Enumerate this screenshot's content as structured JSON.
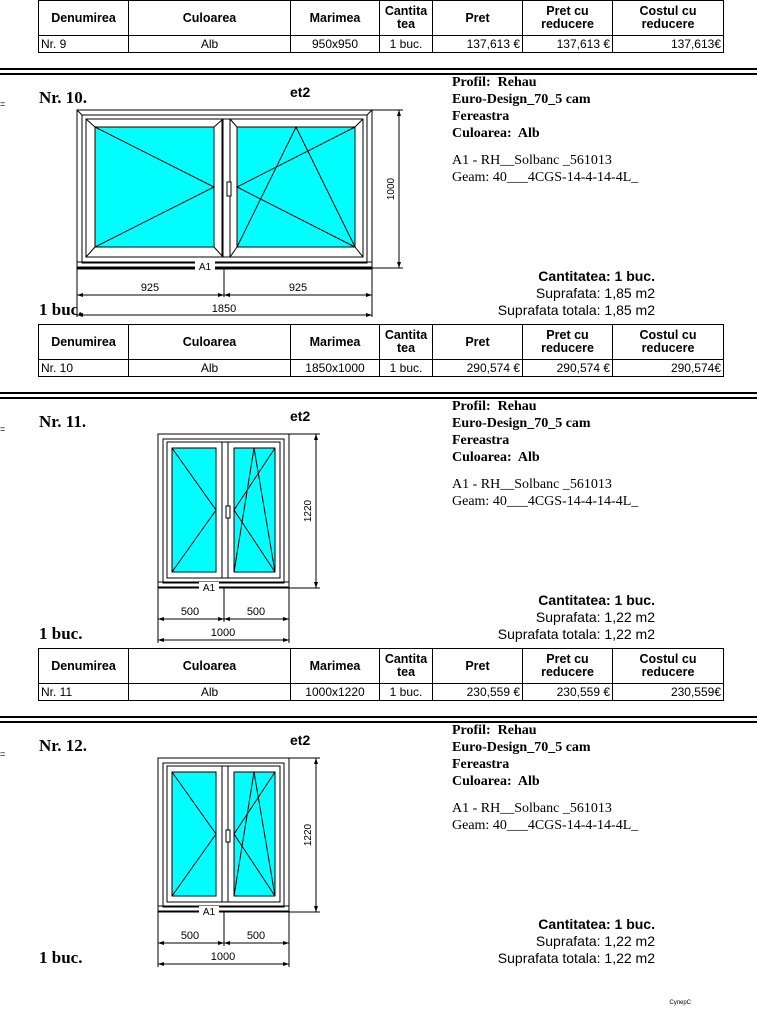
{
  "table_headers": {
    "denumirea": "Denumirea",
    "culoarea": "Culoarea",
    "marimea": "Marimea",
    "cantitatea_1": "Cantita",
    "cantitatea_2": "tea",
    "pret": "Pret",
    "pret_reducere_1": "Pret cu",
    "pret_reducere_2": "reducere",
    "costul_1": "Costul cu",
    "costul_2": "reducere"
  },
  "row9": {
    "name": "Nr. 9",
    "color": "Alb",
    "size": "950x950",
    "qty": "1 buc.",
    "price": "137,613 €",
    "price_disc": "137,613 €",
    "cost": "137,613€"
  },
  "items": [
    {
      "nr": "Nr. 10.",
      "et": "et2",
      "qty_label": "1 buc.",
      "profil": "Profil:  Rehau",
      "euro": "Euro-Design_70_5 cam",
      "tip": "Fereastra",
      "culoare": "Culoarea:  Alb",
      "a1": "A1 - RH__Solbanc _561013",
      "geam": "Geam: 40___4CGS-14-4-14-4L_",
      "cant": "Cantitatea: 1 buc.",
      "supr": "Suprafata: 1,85 m2",
      "supr_tot": "Suprafata totala: 1,85 m2",
      "dim_height": "1000",
      "dim_w1": "925",
      "dim_w2": "925",
      "dim_total": "1850",
      "a1_tag": "A1",
      "row": {
        "name": "Nr. 10",
        "color": "Alb",
        "size": "1850x1000",
        "qty": "1 buc.",
        "price": "290,574 €",
        "price_disc": "290,574 €",
        "cost": "290,574€"
      }
    },
    {
      "nr": "Nr. 11.",
      "et": "et2",
      "qty_label": "1 buc.",
      "profil": "Profil:  Rehau",
      "euro": "Euro-Design_70_5 cam",
      "tip": "Fereastra",
      "culoare": "Culoarea:  Alb",
      "a1": "A1 - RH__Solbanc _561013",
      "geam": "Geam: 40___4CGS-14-4-14-4L_",
      "cant": "Cantitatea: 1 buc.",
      "supr": "Suprafata: 1,22 m2",
      "supr_tot": "Suprafata totala: 1,22 m2",
      "dim_height": "1220",
      "dim_w1": "500",
      "dim_w2": "500",
      "dim_total": "1000",
      "a1_tag": "A1",
      "row": {
        "name": "Nr. 11",
        "color": "Alb",
        "size": "1000x1220",
        "qty": "1 buc.",
        "price": "230,559 €",
        "price_disc": "230,559 €",
        "cost": "230,559€"
      }
    },
    {
      "nr": "Nr. 12.",
      "et": "et2",
      "qty_label": "1 buc.",
      "profil": "Profil:  Rehau",
      "euro": "Euro-Design_70_5 cam",
      "tip": "Fereastra",
      "culoare": "Culoarea:  Alb",
      "a1": "A1 - RH__Solbanc _561013",
      "geam": "Geam: 40___4CGS-14-4-14-4L_",
      "cant": "Cantitatea: 1 buc.",
      "supr": "Suprafata: 1,22 m2",
      "supr_tot": "Suprafata totala: 1,22 m2",
      "dim_height": "1220",
      "dim_w1": "500",
      "dim_w2": "500",
      "dim_total": "1000",
      "a1_tag": "A1"
    }
  ],
  "footer": {
    "corner": "СуперС"
  }
}
